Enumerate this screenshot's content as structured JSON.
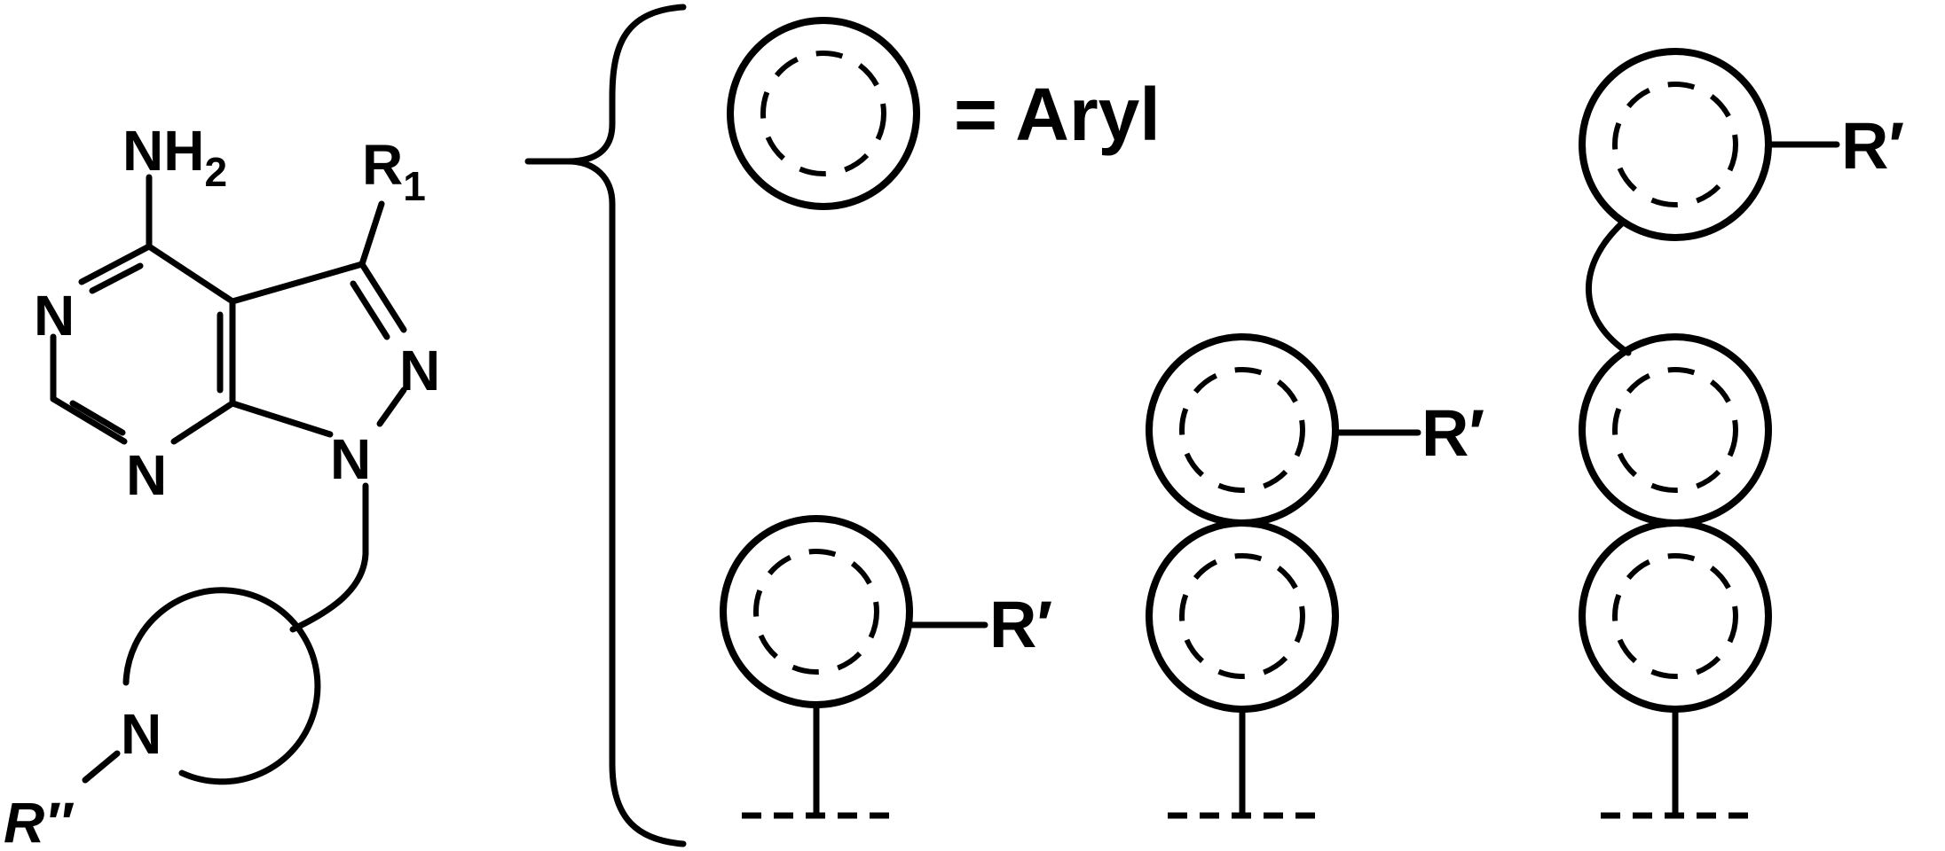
{
  "labels": {
    "nh2_main": "NH",
    "nh2_sub": "2",
    "r1_main": "R",
    "r1_sub": "1",
    "n_pyrimidine_top": "N",
    "n_pyrimidine_bottom": "N",
    "n_pyrazole_2": "N",
    "n_pyrazole_1": "N",
    "n_ring": "N",
    "r_double_prime": "R″",
    "aryl_equals": "= Aryl",
    "r_prime_a": "R′",
    "r_prime_b": "R′",
    "r_prime_c": "R′"
  },
  "colors": {
    "ink": "#000000",
    "background": "#ffffff"
  },
  "icons": [
    "aryl-ring-icon",
    "curly-brace-icon"
  ]
}
